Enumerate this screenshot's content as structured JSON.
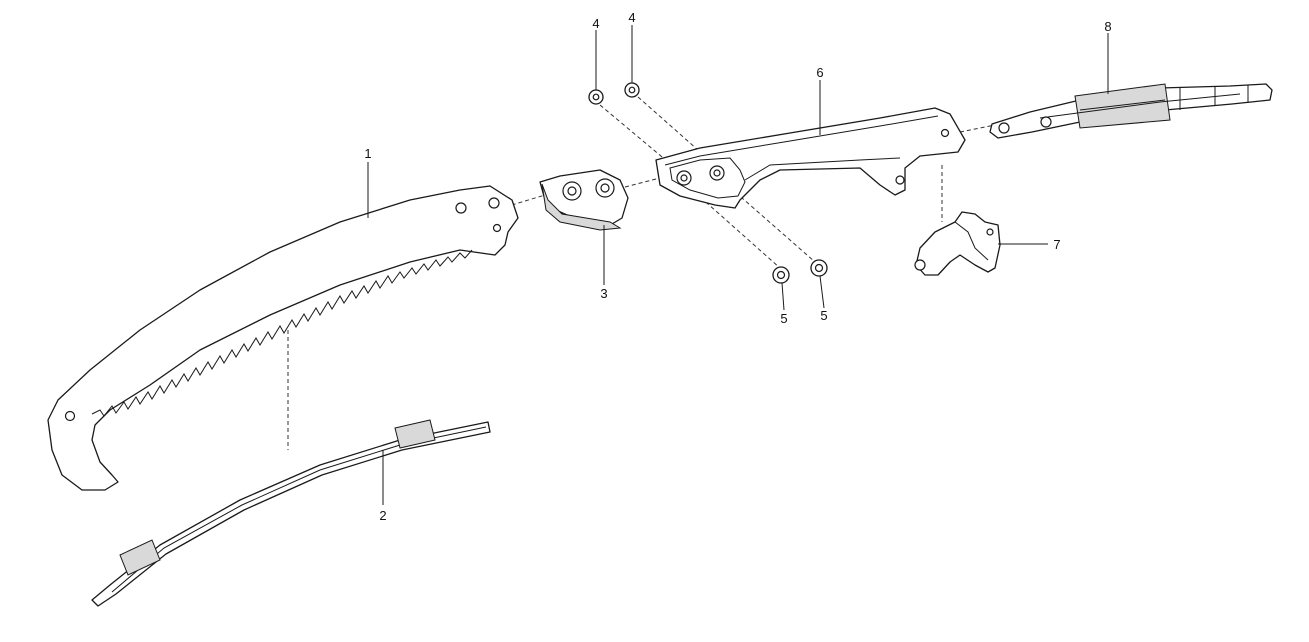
{
  "callouts": {
    "c1": "1",
    "c2": "2",
    "c3": "3",
    "c4a": "4",
    "c4b": "4",
    "c5a": "5",
    "c5b": "5",
    "c6": "6",
    "c7": "7",
    "c8": "8"
  }
}
